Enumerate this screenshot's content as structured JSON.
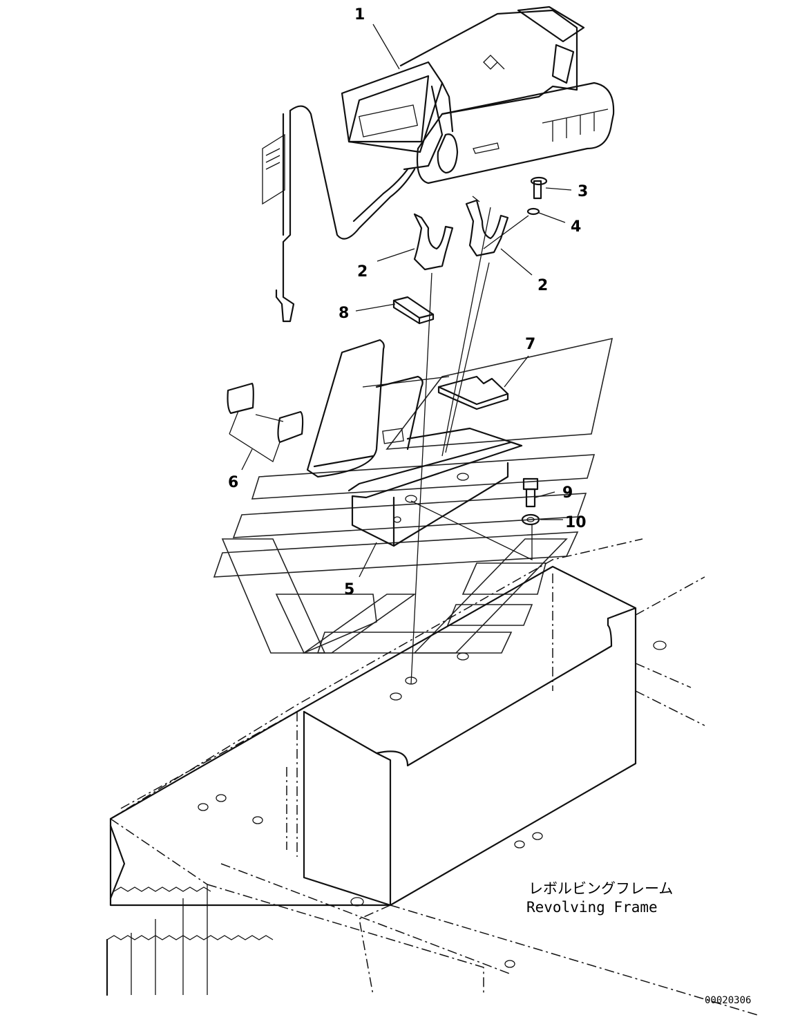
{
  "callouts": [
    {
      "id": "1",
      "label": "1"
    },
    {
      "id": "2a",
      "label": "2"
    },
    {
      "id": "2b",
      "label": "2"
    },
    {
      "id": "3",
      "label": "3"
    },
    {
      "id": "4",
      "label": "4"
    },
    {
      "id": "5",
      "label": "5"
    },
    {
      "id": "6",
      "label": "6"
    },
    {
      "id": "7",
      "label": "7"
    },
    {
      "id": "8",
      "label": "8"
    },
    {
      "id": "9",
      "label": "9"
    },
    {
      "id": "10",
      "label": "10"
    }
  ],
  "frame_label": {
    "japanese": "レボルビングフレーム",
    "english": "Revolving Frame"
  },
  "drawing_code": "00020306"
}
